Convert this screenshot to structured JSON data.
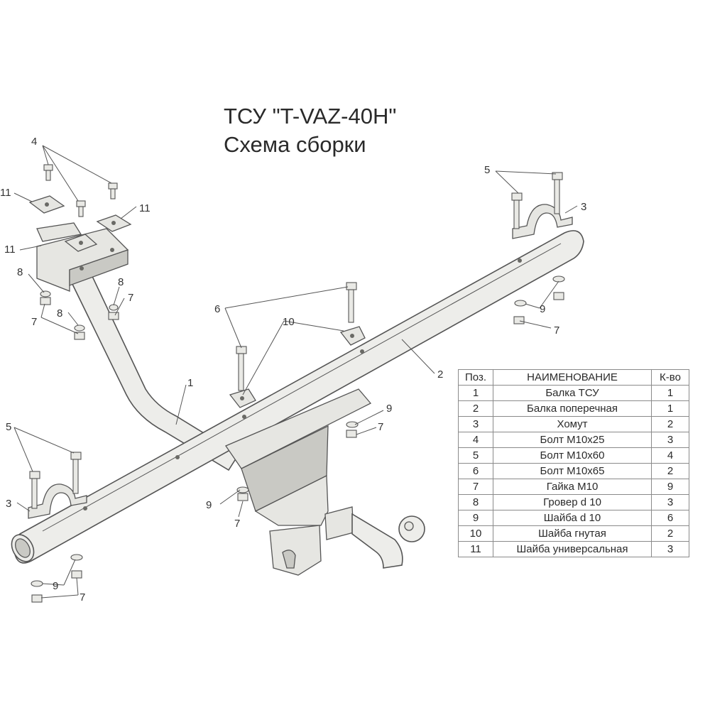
{
  "title": "ТСУ \"T-VAZ-40H\"",
  "subtitle": "Схема сборки",
  "callouts": {
    "c1": "1",
    "c2": "2",
    "c3a": "3",
    "c3b": "3",
    "c4": "4",
    "c5a": "5",
    "c5b": "5",
    "c6": "6",
    "c7a": "7",
    "c7b": "7",
    "c7c": "7",
    "c7d": "7",
    "c7e": "7",
    "c7f": "7",
    "c8a": "8",
    "c8b": "8",
    "c8c": "8",
    "c9a": "9",
    "c9b": "9",
    "c9c": "9",
    "c9d": "9",
    "c10": "10",
    "c11a": "11",
    "c11b": "11",
    "c11c": "11"
  },
  "table": {
    "headers": {
      "pos": "Поз.",
      "name": "НАИМЕНОВАНИЕ",
      "qty": "К-во"
    },
    "rows": [
      {
        "pos": "1",
        "name": "Балка ТСУ",
        "qty": "1"
      },
      {
        "pos": "2",
        "name": "Балка поперечная",
        "qty": "1"
      },
      {
        "pos": "3",
        "name": "Хомут",
        "qty": "2"
      },
      {
        "pos": "4",
        "name": "Болт М10х25",
        "qty": "3"
      },
      {
        "pos": "5",
        "name": "Болт М10х60",
        "qty": "4"
      },
      {
        "pos": "6",
        "name": "Болт М10х65",
        "qty": "2"
      },
      {
        "pos": "7",
        "name": "Гайка  М10",
        "qty": "9"
      },
      {
        "pos": "8",
        "name": "Гровер d 10",
        "qty": "3"
      },
      {
        "pos": "9",
        "name": "Шайба d 10",
        "qty": "6"
      },
      {
        "pos": "10",
        "name": "Шайба гнутая",
        "qty": "2"
      },
      {
        "pos": "11",
        "name": "Шайба универсальная",
        "qty": "3"
      }
    ]
  }
}
